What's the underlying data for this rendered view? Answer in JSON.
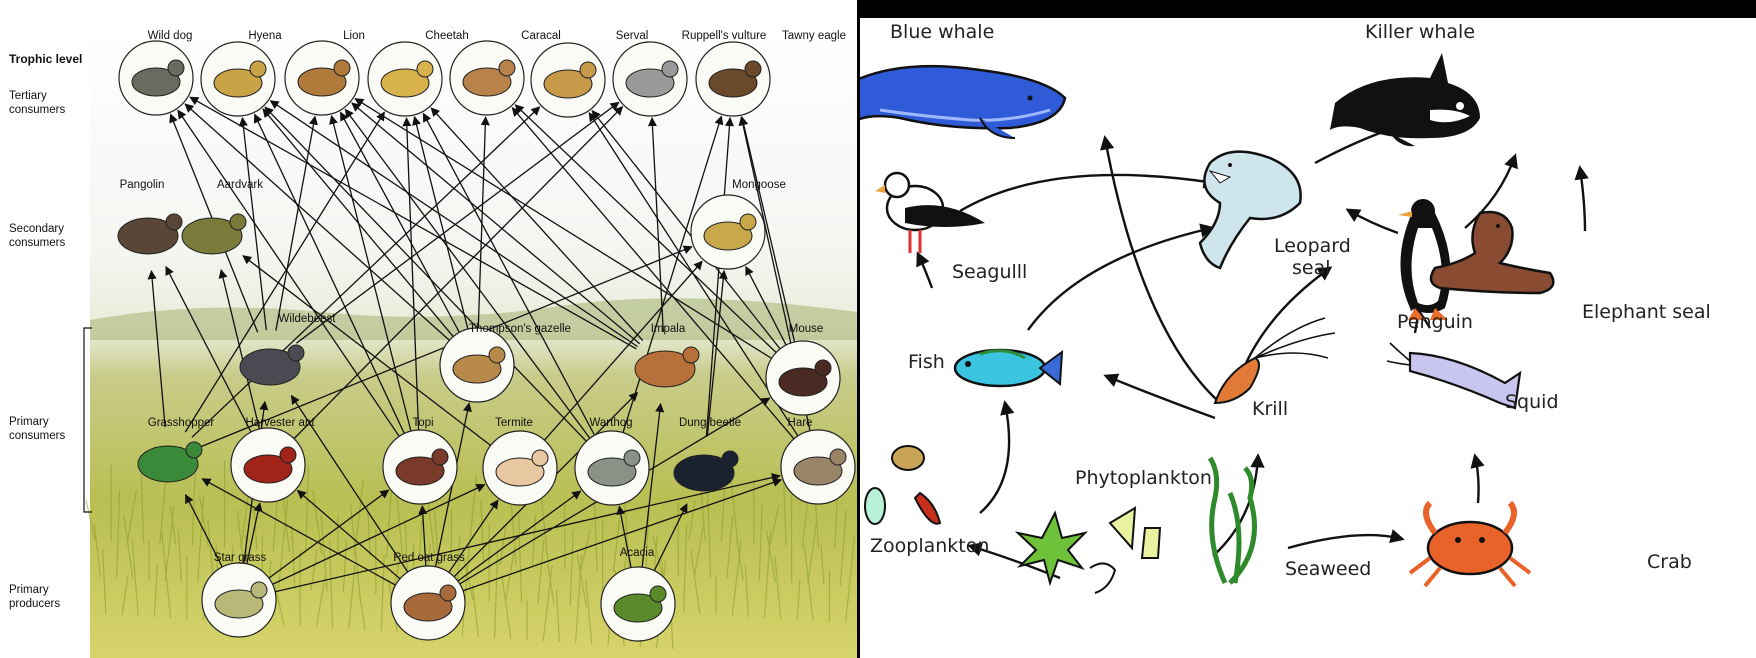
{
  "savanna": {
    "trophic_header": "Trophic level",
    "levels": [
      {
        "id": "tertiary",
        "l1": "Tertiary",
        "l2": "consumers"
      },
      {
        "id": "secondary",
        "l1": "Secondary",
        "l2": "consumers"
      },
      {
        "id": "primary-consumers",
        "l1": "Primary",
        "l2": "consumers"
      },
      {
        "id": "producers",
        "l1": "Primary",
        "l2": "producers"
      }
    ],
    "organisms": [
      {
        "id": "wild-dog",
        "name": "Wild dog",
        "color": "#6b6a5e"
      },
      {
        "id": "hyena",
        "name": "Hyena",
        "color": "#c9a346"
      },
      {
        "id": "lion",
        "name": "Lion",
        "color": "#b07a3a"
      },
      {
        "id": "cheetah",
        "name": "Cheetah",
        "color": "#d8b24c"
      },
      {
        "id": "caracal",
        "name": "Caracal",
        "color": "#b8824a"
      },
      {
        "id": "serval",
        "name": "Serval",
        "color": "#c79a4a"
      },
      {
        "id": "vulture",
        "name": "Ruppell's vulture",
        "color": "#9a9a9a"
      },
      {
        "id": "eagle",
        "name": "Tawny eagle",
        "color": "#6a4a2a"
      },
      {
        "id": "pangolin",
        "name": "Pangolin",
        "color": "#5a4636"
      },
      {
        "id": "aardvark",
        "name": "Aardvark",
        "color": "#7a7a3a"
      },
      {
        "id": "mongoose",
        "name": "Mongoose",
        "color": "#c8a848"
      },
      {
        "id": "wildebeest",
        "name": "Wildebeest",
        "color": "#4a4a52"
      },
      {
        "id": "gazelle",
        "name": "Thompson's gazelle",
        "color": "#b88a4a"
      },
      {
        "id": "impala",
        "name": "Impala",
        "color": "#b8703a"
      },
      {
        "id": "mouse",
        "name": "Mouse",
        "color": "#4a2a22"
      },
      {
        "id": "grasshopper",
        "name": "Grasshopper",
        "color": "#3a8a3a"
      },
      {
        "id": "ant",
        "name": "Harvester ant",
        "color": "#a02418"
      },
      {
        "id": "topi",
        "name": "Topi",
        "color": "#7a3a2a"
      },
      {
        "id": "termite",
        "name": "Termite",
        "color": "#e8c8a0"
      },
      {
        "id": "warthog",
        "name": "Warthog",
        "color": "#8a9288"
      },
      {
        "id": "beetle",
        "name": "Dung beetle",
        "color": "#1a2230"
      },
      {
        "id": "hare",
        "name": "Hare",
        "color": "#9a8468"
      },
      {
        "id": "star-grass",
        "name": "Star grass",
        "color": "#b8b878"
      },
      {
        "id": "red-oat",
        "name": "Red oat grass",
        "color": "#a86a3a"
      },
      {
        "id": "acacia",
        "name": "Acacia",
        "color": "#5a8a2a"
      }
    ]
  },
  "antarctic": {
    "organisms": [
      {
        "id": "blue-whale",
        "name": "Blue whale"
      },
      {
        "id": "killer-whale",
        "name": "Killer whale"
      },
      {
        "id": "leopard-seal",
        "name": "Leopard seal",
        "l1": "Leopard",
        "l2": "seal"
      },
      {
        "id": "seagull",
        "name": "Seagulll"
      },
      {
        "id": "penguin",
        "name": "Penguin"
      },
      {
        "id": "elephant-seal",
        "name": "Elephant seal"
      },
      {
        "id": "fish",
        "name": "Fish"
      },
      {
        "id": "krill",
        "name": "Krill"
      },
      {
        "id": "squid",
        "name": "Squid"
      },
      {
        "id": "zooplankton",
        "name": "Zooplankton"
      },
      {
        "id": "phytoplankton",
        "name": "Phytoplankton"
      },
      {
        "id": "seaweed",
        "name": "Seaweed"
      },
      {
        "id": "crab",
        "name": "Crab"
      }
    ]
  }
}
